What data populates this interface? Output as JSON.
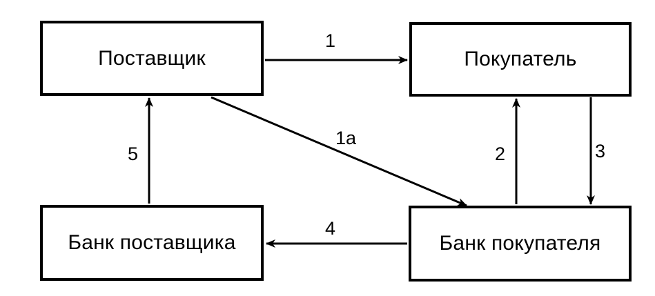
{
  "diagram": {
    "nodes": {
      "supplier": "Поставщик",
      "buyer": "Покупатель",
      "supplier_bank": "Банк поставщика",
      "buyer_bank": "Банк покупателя"
    },
    "edges": [
      {
        "id": "1",
        "from": "supplier",
        "to": "buyer",
        "label": "1"
      },
      {
        "id": "1a",
        "from": "supplier",
        "to": "buyer_bank",
        "label": "1а"
      },
      {
        "id": "2",
        "from": "buyer_bank",
        "to": "buyer",
        "label": "2"
      },
      {
        "id": "3",
        "from": "buyer",
        "to": "buyer_bank",
        "label": "3"
      },
      {
        "id": "4",
        "from": "buyer_bank",
        "to": "supplier_bank",
        "label": "4"
      },
      {
        "id": "5",
        "from": "supplier_bank",
        "to": "supplier",
        "label": "5"
      }
    ]
  }
}
